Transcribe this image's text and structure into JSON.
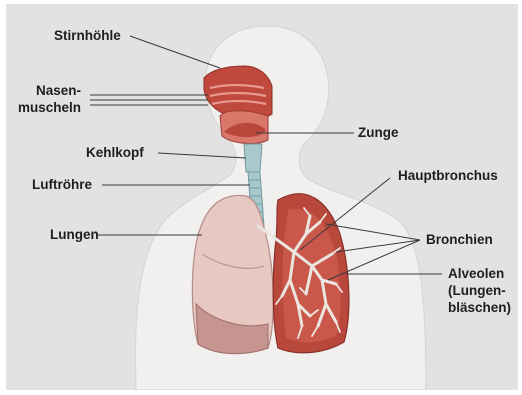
{
  "labels": {
    "stirnhoehle": "Stirnhöhle",
    "nasen_line1": "Nasen-",
    "nasen_line2": "muscheln",
    "kehlkopf": "Kehlkopf",
    "luftroehre": "Luftröhre",
    "lungen": "Lungen",
    "zunge": "Zunge",
    "hauptbronchus": "Hauptbronchus",
    "bronchien": "Bronchien",
    "alveolen_line1": "Alveolen",
    "alveolen_line2": "(Lungen-",
    "alveolen_line3": "bläschen)"
  },
  "colors": {
    "background": "#e2e2e3",
    "body_silhouette": "#f2f0ee",
    "lung_pink": "#e7c8c3",
    "lung_red": "#b8483c",
    "tissue_red": "#c0493e",
    "trachea_blue": "#a9c8cc",
    "leader_line": "#3a3a3a"
  }
}
